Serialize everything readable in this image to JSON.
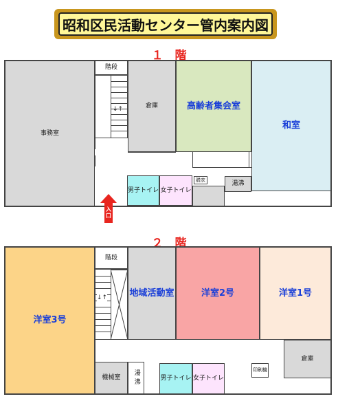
{
  "title": "昭和区民活動センター管内案内図",
  "floor1": {
    "label": "１　階",
    "rooms": {
      "office": "事務室",
      "stairs": "階段",
      "storage": "倉庫",
      "elderly": "高齢者集会室",
      "washitsu": "和室",
      "mens_toilet": "男子トイレ",
      "womens_toilet": "女子トイレ",
      "closet": "脱衣",
      "boiler": "湯沸"
    },
    "entrance": "入口",
    "stair_arrows": "↓↑"
  },
  "floor2": {
    "label": "２　階",
    "rooms": {
      "western3": "洋室3号",
      "stairs": "階段",
      "community": "地域活動室",
      "western2": "洋室2号",
      "western1": "洋室1号",
      "storage": "倉庫",
      "machine": "機械室",
      "boiler": "湯沸",
      "mens_toilet": "男子トイレ",
      "womens_toilet": "女子トイレ",
      "print": "印刷機"
    },
    "stair_arrows": "↓↑"
  },
  "colors": {
    "office": "#d9d9d9",
    "storage": "#d9d9d9",
    "elderly": "#d9e8bf",
    "washitsu": "#daeef3",
    "mens_toilet": "#a7f3f3",
    "womens_toilet": "#fde4fd",
    "western3": "#fcd488",
    "western2": "#f9a5a5",
    "western1": "#fdeada",
    "entrance_arrow": "#e8251f"
  }
}
